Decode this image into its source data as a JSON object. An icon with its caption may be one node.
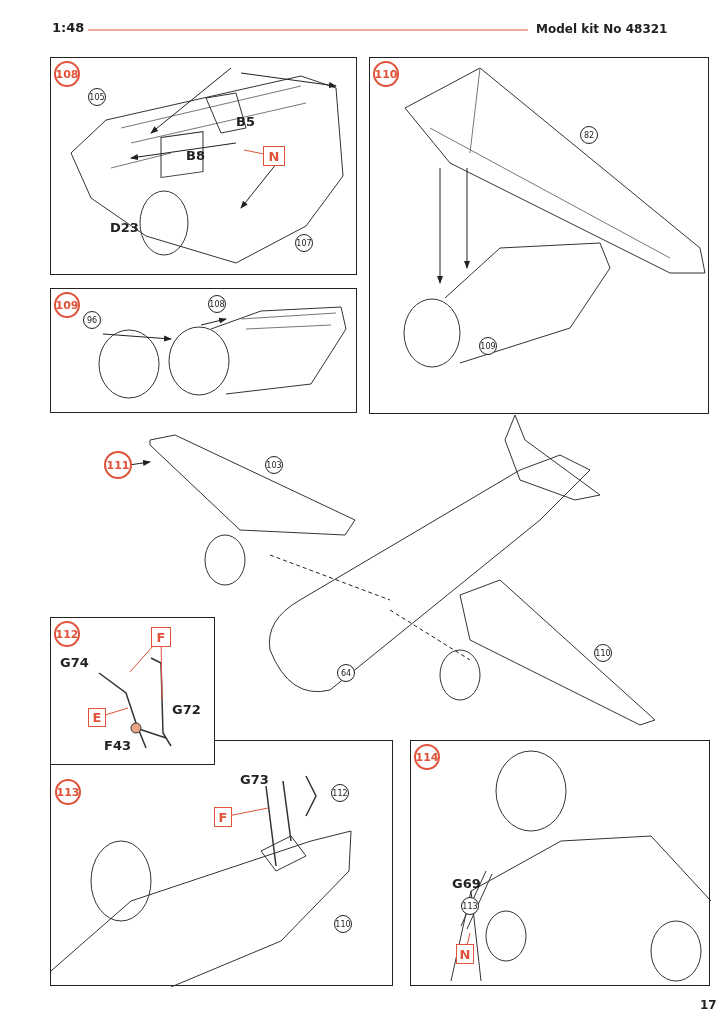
{
  "diagram": {
    "nodes": [
      {
        "text": [],
        "shape": "box"
      },
      {
        "text": [
          "108"
        ],
        "in": 0
      },
      {
        "text": [
          "105"
        ],
        "in": 0
      },
      {
        "text": [
          "N"
        ],
        "in": 0
      },
      {
        "text": [
          "107"
        ],
        "in": 0
      },
      {
        "text": [],
        "shape": "box"
      },
      {
        "text": [
          "109"
        ],
        "in": 5
      },
      {
        "text": [
          "96"
        ],
        "in": 5
      },
      {
        "text": [
          "108"
        ],
        "in": 5
      },
      {
        "text": [],
        "shape": "box"
      },
      {
        "text": [
          "110"
        ],
        "in": 9
      },
      {
        "text": [
          "82"
        ],
        "in": 9
      },
      {
        "text": [
          "109"
        ],
        "in": 9
      },
      {
        "text": [
          "111"
        ]
      },
      {
        "text": [
          "103"
        ]
      },
      {
        "text": [
          "64"
        ]
      },
      {
        "text": [
          "110"
        ]
      },
      {
        "text": [],
        "shape": "box"
      },
      {
        "text": [
          "112"
        ],
        "in": 17
      },
      {
        "text": [
          "F"
        ],
        "in": 17
      },
      {
        "text": [
          "E"
        ],
        "in": 17
      },
      {
        "text": [],
        "shape": "box"
      },
      {
        "text": [
          "113"
        ],
        "in": 21
      },
      {
        "text": [
          "F"
        ],
        "in": 21
      },
      {
        "text": [
          "112"
        ],
        "in": 21
      },
      {
        "text": [
          "110"
        ],
        "in": 21
      },
      {
        "text": [],
        "shape": "box"
      },
      {
        "text": [
          "114"
        ],
        "in": 26
      },
      {
        "text": [
          "N"
        ],
        "in": 26
      },
      {
        "text": [
          "113"
        ],
        "in": 26
      }
    ],
    "edges": [
      {
        "from": 3,
        "to": null,
        "arrow": "none"
      },
      {
        "from": 19,
        "to": null,
        "arrow": "none"
      },
      {
        "from": 19,
        "to": null,
        "arrow": "none"
      },
      {
        "from": 20,
        "to": null,
        "arrow": "none"
      },
      {
        "from": 23,
        "to": null,
        "arrow": "none"
      },
      {
        "from": 28,
        "to": null,
        "arrow": "none"
      }
    ],
    "labels": [
      "1:48",
      "Model kit No 48321",
      "B5",
      "B8",
      "D23",
      "G74",
      "G72",
      "F43",
      "G73",
      "G69",
      "17"
    ]
  }
}
